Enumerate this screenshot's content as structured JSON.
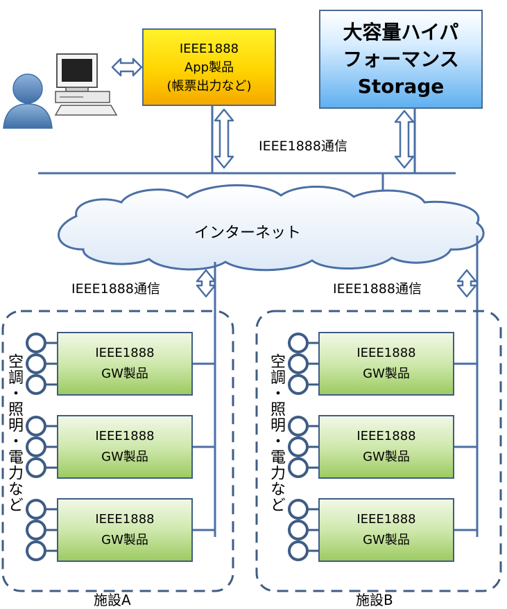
{
  "app_box": {
    "line1": "IEEE1888",
    "line2": "App製品",
    "line3": "(帳票出力など)"
  },
  "storage_box": {
    "line1": "大容量ハイパ",
    "line2": "フォーマンス",
    "line3": "Storage"
  },
  "comm_label": "IEEE1888通信",
  "internet_label": "インターネット",
  "facility_a": {
    "label": "施設A",
    "comm_label": "IEEE1888通信",
    "devices_label": "空調・照明・電力など",
    "gateways": [
      {
        "line1": "IEEE1888",
        "line2": "GW製品"
      },
      {
        "line1": "IEEE1888",
        "line2": "GW製品"
      },
      {
        "line1": "IEEE1888",
        "line2": "GW製品"
      }
    ]
  },
  "facility_b": {
    "label": "施設B",
    "comm_label": "IEEE1888通信",
    "devices_label": "空調・照明・電力など",
    "gateways": [
      {
        "line1": "IEEE1888",
        "line2": "GW製品"
      },
      {
        "line1": "IEEE1888",
        "line2": "GW製品"
      },
      {
        "line1": "IEEE1888",
        "line2": "GW製品"
      }
    ]
  },
  "colors": {
    "line": "#4a6fa5",
    "arrow_fill": "#ffffff",
    "dashed_border": "#3e5c84",
    "app_box": "#ffd400",
    "storage_box": "#5fb0f0",
    "gateway_box": "#cfe8ad"
  },
  "icons": [
    "user-icon",
    "computer-icon",
    "cloud-icon"
  ]
}
